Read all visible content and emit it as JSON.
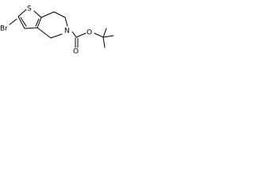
{
  "atoms": [
    {
      "id": "br",
      "label": "Br"
    },
    {
      "id": "s",
      "label": "S"
    },
    {
      "id": "n",
      "label": "N"
    },
    {
      "id": "o_carbonyl",
      "label": "O"
    },
    {
      "id": "o_ester",
      "label": "O"
    }
  ]
}
